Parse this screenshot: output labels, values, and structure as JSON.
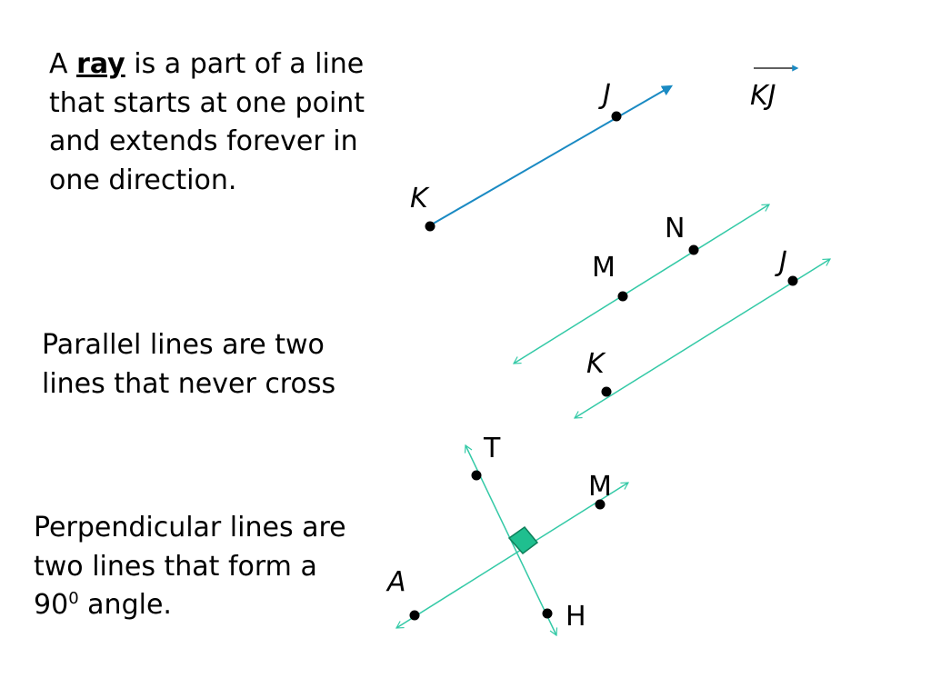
{
  "ray_definition": {
    "prefix": "A ",
    "term": "ray",
    "rest": " is a part of a line that starts at one point and extends forever in one direction."
  },
  "parallel_definition": {
    "text": "Parallel lines are two lines that never cross"
  },
  "perpendicular_definition": {
    "text_before": "Perpendicular lines are two lines that form a 90",
    "superscript": "0",
    "text_after": " angle."
  },
  "ray_figure": {
    "point_start": "K",
    "point_through": "J",
    "notation": "KJ",
    "color": "#1a8ac3"
  },
  "parallel_figure": {
    "line1_points": [
      "M",
      "N"
    ],
    "line2_points": [
      "K",
      "J"
    ],
    "color": "#33c9a6"
  },
  "perpendicular_figure": {
    "line1_points": [
      "A",
      "M"
    ],
    "line2_points": [
      "T",
      "H"
    ],
    "color": "#33c9a6",
    "right_angle_fill": "#1fbf8f",
    "right_angle_stroke": "#0d7f5a"
  }
}
